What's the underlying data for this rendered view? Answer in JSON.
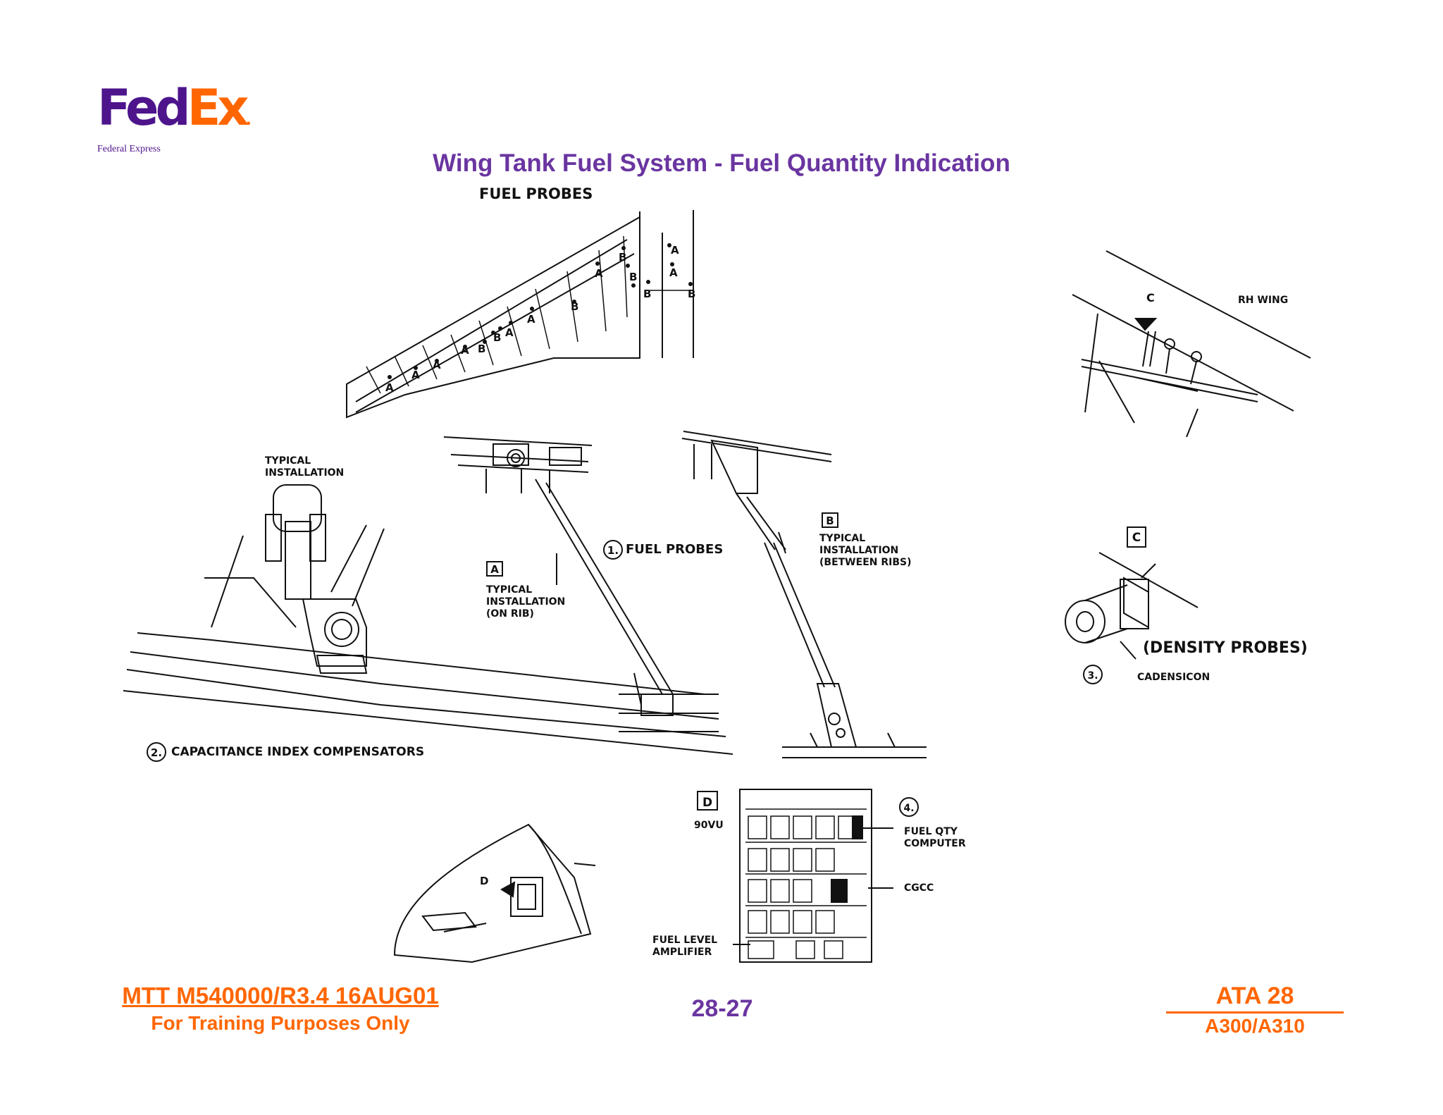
{
  "logo": {
    "brand_purple": "Fed",
    "brand_orange": "Ex",
    "dot": ".",
    "subtitle": "Federal Express",
    "colors": {
      "purple": "#4d148c",
      "orange": "#ff6600"
    }
  },
  "title": "Wing Tank Fuel System - Fuel Quantity Indication",
  "diagram": {
    "fuel_probes_header": "FUEL PROBES",
    "rh_wing": "RH WING",
    "view_c_arrow": "C",
    "typical_installation": "TYPICAL INSTALLATION",
    "item1_num": "1.",
    "item1_label": "FUEL PROBES",
    "item2_num": "2.",
    "item2_label": "CAPACITANCE INDEX COMPENSATORS",
    "item3_num": "3.",
    "item3_label": "CADENSICON",
    "density_probes": "(DENSITY PROBES)",
    "item4_num": "4.",
    "view_a": "A",
    "view_a_text": [
      "TYPICAL",
      "INSTALLATION",
      "(ON RIB)"
    ],
    "view_b": "B",
    "view_b_text": [
      "TYPICAL",
      "INSTALLATION",
      "(BETWEEN RIBS)"
    ],
    "view_c": "C",
    "view_d": "D",
    "view_d_arrow": "D",
    "rack_id": "90VU",
    "fuel_qty_computer": [
      "FUEL QTY",
      "COMPUTER"
    ],
    "cgcc": "CGCC",
    "fuel_level_amplifier": [
      "FUEL LEVEL",
      "AMPLIFIER"
    ],
    "probe_a": "A",
    "probe_b": "B"
  },
  "footer": {
    "doc_ref": "MTT M540000/R3.4 16AUG01",
    "training": "For Training Purposes Only",
    "page": "28-27",
    "ata": "ATA 28",
    "aircraft": "A300/A310"
  }
}
